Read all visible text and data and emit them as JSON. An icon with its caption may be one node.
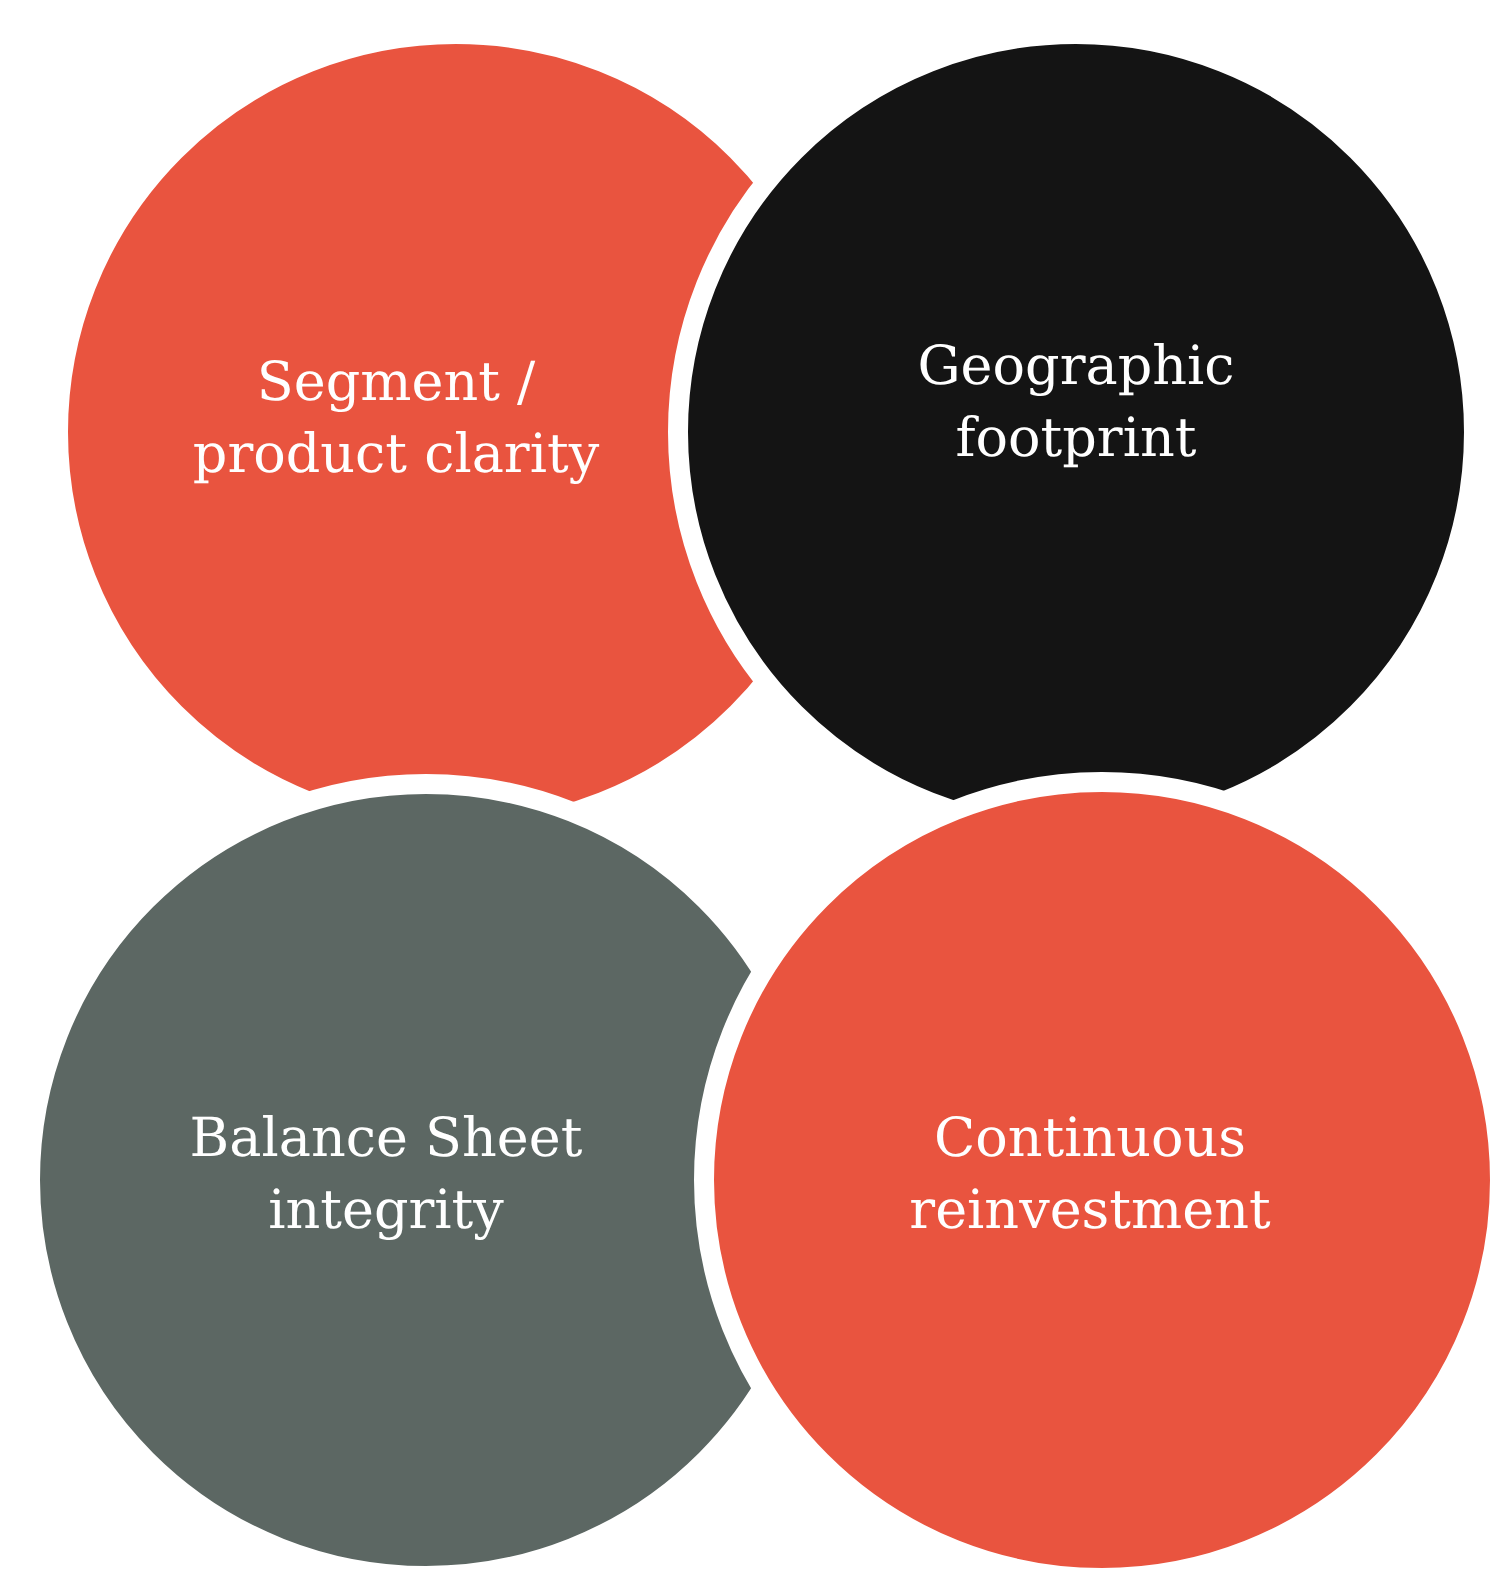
{
  "diagram": {
    "nodes": [
      {
        "text": [
          "Segment / product clarity"
        ]
      },
      {
        "text": [
          "Geographic footprint"
        ]
      },
      {
        "text": [
          "Balance Sheet integrity"
        ]
      },
      {
        "text": [
          "Continuous reinvestment"
        ]
      }
    ]
  }
}
